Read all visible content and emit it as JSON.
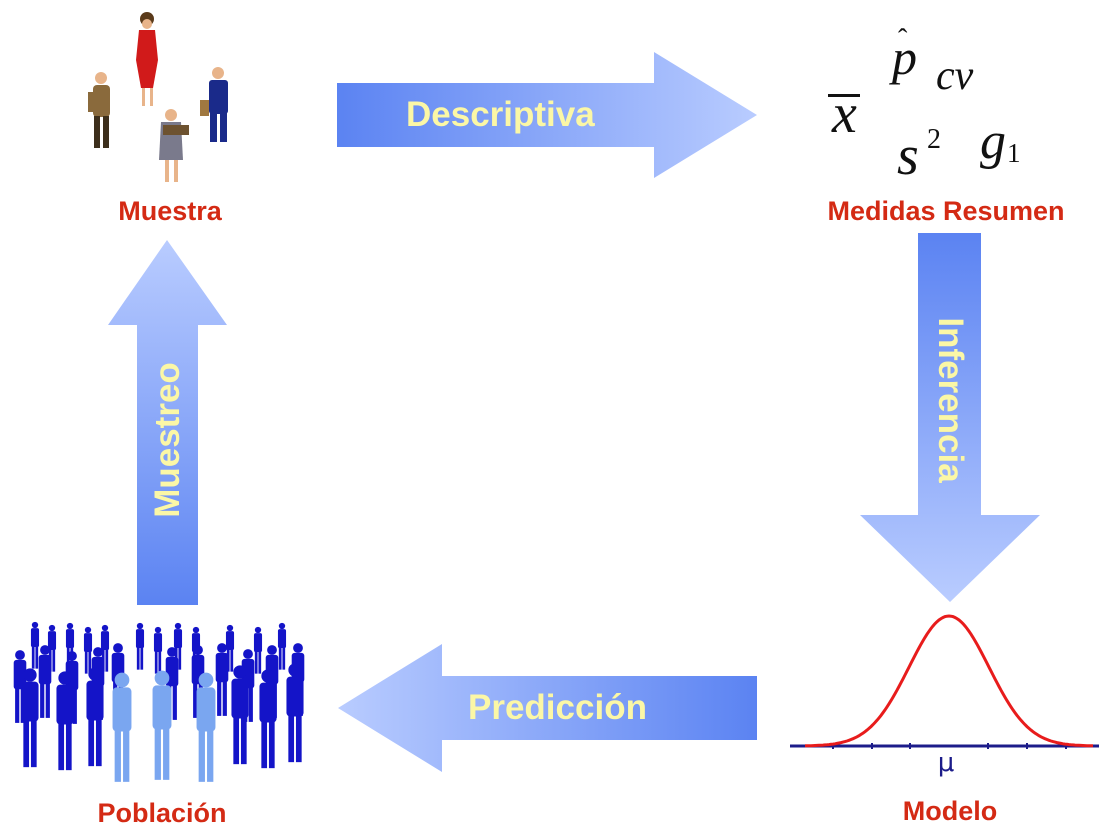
{
  "nodes": {
    "muestra": "Muestra",
    "medidas": "Medidas Resumen",
    "modelo": "Modelo",
    "poblacion": "Población"
  },
  "arrows": {
    "descriptiva": "Descriptiva",
    "inferencia": "Inferencia",
    "prediccion": "Predicción",
    "muestreo": "Muestreo"
  },
  "symbols": {
    "x": "x",
    "p": "p",
    "cv": "cv",
    "s": "s",
    "s_exp": "2",
    "g": "g",
    "g_sub": "1"
  },
  "model": {
    "axis_label": "μ"
  },
  "colors": {
    "label": "#d42a14",
    "arrow_light": "#b9ccff",
    "arrow_dark": "#5b83f2",
    "arrow_text": "#fbf7a6",
    "curve": "#e81c1c",
    "axis": "#1c1c8a",
    "crowd_dark": "#1414c8",
    "crowd_light": "#7aa6f0"
  }
}
